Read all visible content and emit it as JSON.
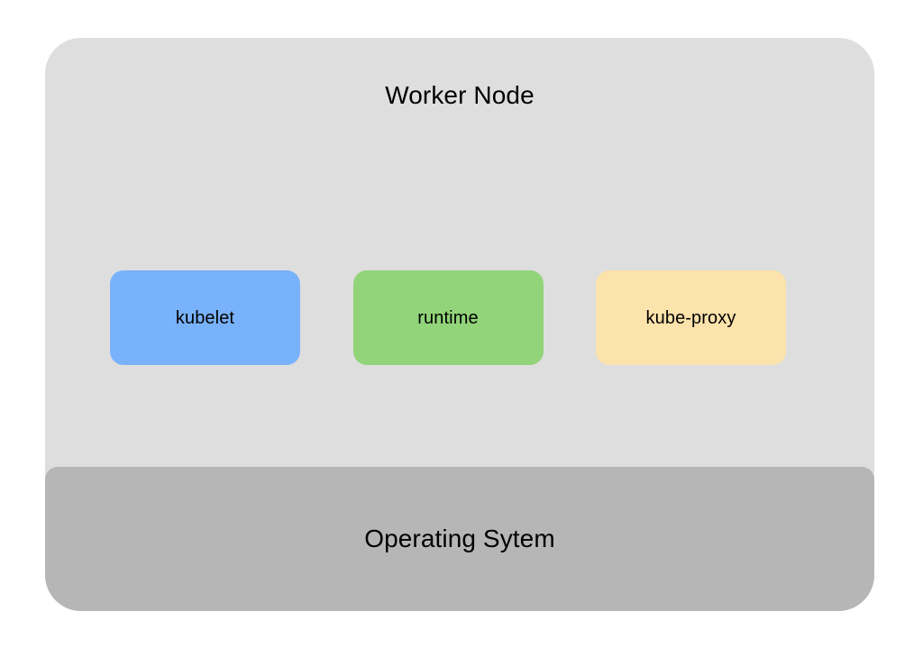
{
  "diagram": {
    "title": "Worker Node",
    "background_color": "#ffffff",
    "container_color": "#dedede",
    "components": [
      {
        "label": "kubelet",
        "color": "#78b2fa",
        "name": "kubelet"
      },
      {
        "label": "runtime",
        "color": "#91d479",
        "name": "runtime"
      },
      {
        "label": "kube-proxy",
        "color": "#fce2ab",
        "name": "kube-proxy"
      }
    ],
    "os_layer": {
      "label": "Operating Sytem",
      "color": "#b6b6b6"
    }
  }
}
